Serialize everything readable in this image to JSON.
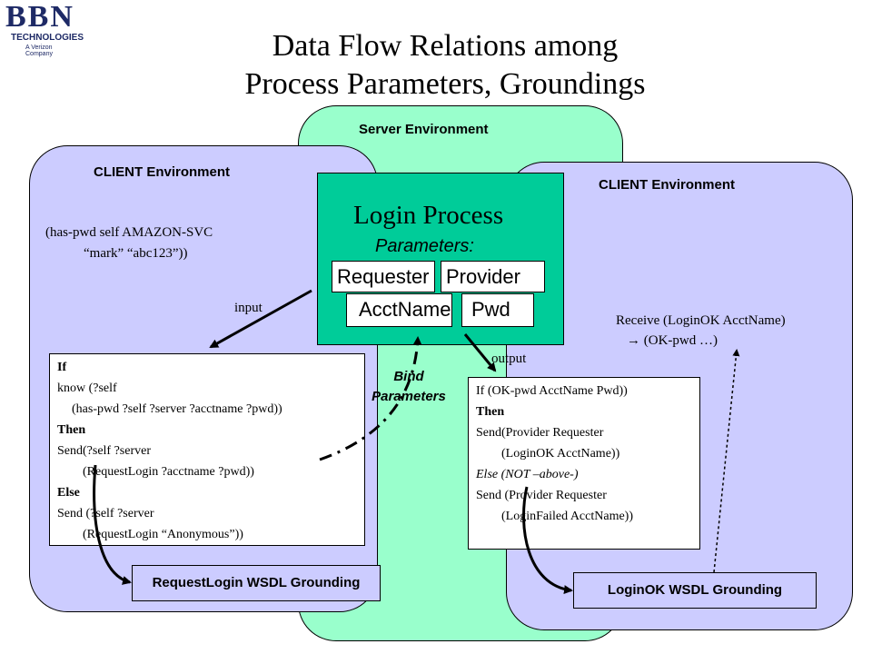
{
  "logo": {
    "letters": "BBN",
    "technologies": "TECHNOLOGIES",
    "tagline": "A Verizon Company"
  },
  "title": {
    "line1": "Data Flow Relations among",
    "line2": "Process Parameters, Groundings"
  },
  "server_env": {
    "label": "Server Environment"
  },
  "client_left": {
    "label": "CLIENT Environment",
    "fact_line1": "(has-pwd self AMAZON-SVC",
    "fact_line2": "“mark” “abc123”))",
    "input_label": "input",
    "code": [
      "If",
      "know (?self",
      "(has-pwd ?self ?server ?acctname ?pwd))",
      "Then",
      "Send(?self ?server",
      "(RequestLogin ?acctname ?pwd))",
      "Else",
      "Send (?self ?server",
      "(RequestLogin “Anonymous”))"
    ],
    "grounding": "RequestLogin WSDL Grounding"
  },
  "login_process": {
    "title": "Login Process",
    "params_label": "Parameters:",
    "requester": "Requester",
    "provider": "Provider",
    "acctname": "AcctName",
    "pwd": "Pwd",
    "bind_label_line1": "Bind",
    "bind_label_line2": "Parameters",
    "output_label": "output"
  },
  "client_right": {
    "label": "CLIENT Environment",
    "receive_line1": "Receive (LoginOK AcctName)",
    "receive_line2": "→ (OK-pwd …)",
    "code": [
      "If  (OK-pwd AcctName Pwd))",
      "Then",
      "Send(Provider Requester",
      "(LoginOK AcctName))",
      "Else (NOT –above-)",
      "Send (Provider Requester",
      "(LoginFailed AcctName))"
    ],
    "grounding": "LoginOK WSDL Grounding"
  },
  "colors": {
    "server_env": "#99ffcc",
    "client_env": "#ccccff",
    "login_process": "#00cc99",
    "logo": "#1e2a66"
  }
}
